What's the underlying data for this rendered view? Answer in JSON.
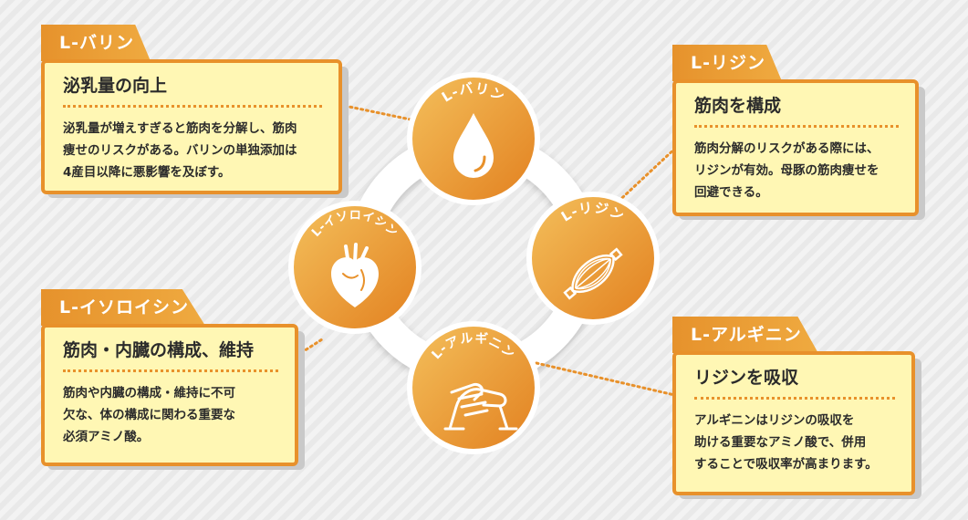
{
  "colors": {
    "accent": "#e8912b",
    "card_fill": "#fff7b4",
    "ring": "#ffffff",
    "text": "#2b2b2b"
  },
  "circles": [
    {
      "label": "L-バリン",
      "icon": "droplet-icon"
    },
    {
      "label": "L-リジン",
      "icon": "muscle-icon"
    },
    {
      "label": "L-アルギニン",
      "icon": "handshake-icon"
    },
    {
      "label": "L-イソロイシン",
      "icon": "heart-icon"
    }
  ],
  "cards": {
    "valine": {
      "tab": "L-バリン",
      "heading": "泌乳量の向上",
      "lines": [
        "泌乳量が増えすぎると筋肉を分解し、筋肉",
        "痩せのリスクがある。バリンの単独添加は",
        "4産目以降に悪影響を及ぼす。"
      ]
    },
    "lysine": {
      "tab": "L-リジン",
      "heading": "筋肉を構成",
      "lines": [
        "筋肉分解のリスクがある際には、",
        "リジンが有効。母豚の筋肉痩せを",
        "回避できる。"
      ]
    },
    "isoleucine": {
      "tab": "L-イソロイシン",
      "heading": "筋肉・内臓の構成、維持",
      "lines": [
        "筋肉や内臓の構成・維持に不可",
        "欠な、体の構成に関わる重要な",
        "必須アミノ酸。"
      ]
    },
    "arginine": {
      "tab": "L-アルギニン",
      "heading": "リジンを吸収",
      "lines": [
        "アルギニンはリジンの吸収を",
        "助ける重要なアミノ酸で、併用",
        "することで吸収率が高まります。"
      ]
    }
  }
}
